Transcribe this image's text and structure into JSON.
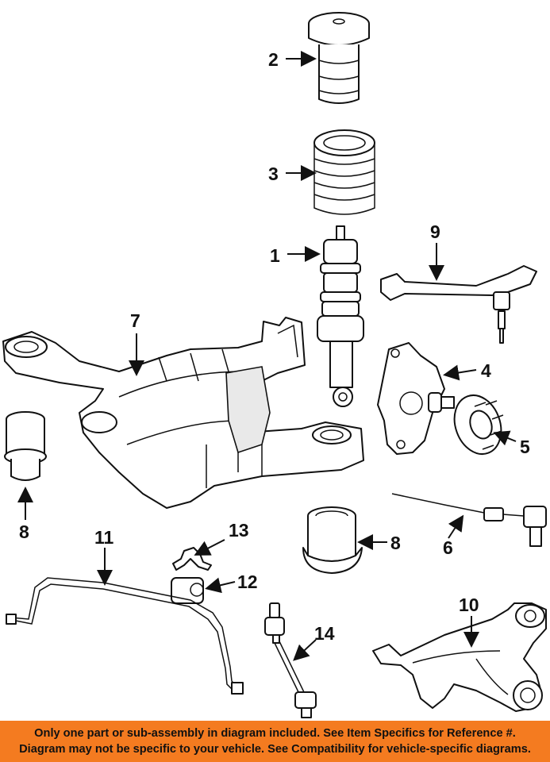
{
  "callouts": [
    {
      "id": "1",
      "text": "1"
    },
    {
      "id": "2",
      "text": "2"
    },
    {
      "id": "3",
      "text": "3"
    },
    {
      "id": "4",
      "text": "4"
    },
    {
      "id": "5",
      "text": "5"
    },
    {
      "id": "6",
      "text": "6"
    },
    {
      "id": "7",
      "text": "7"
    },
    {
      "id": "8a",
      "text": "8"
    },
    {
      "id": "8b",
      "text": "8"
    },
    {
      "id": "9",
      "text": "9"
    },
    {
      "id": "10",
      "text": "10"
    },
    {
      "id": "11",
      "text": "11"
    },
    {
      "id": "12",
      "text": "12"
    },
    {
      "id": "13",
      "text": "13"
    },
    {
      "id": "14",
      "text": "14"
    }
  ],
  "notice": {
    "line1": "Only one part or sub-assembly in diagram included. See Item Specifics for Reference #.",
    "line2": "Diagram may not be specific to your vehicle. See Compatibility for vehicle-specific diagrams.",
    "background": "#f47b20"
  }
}
